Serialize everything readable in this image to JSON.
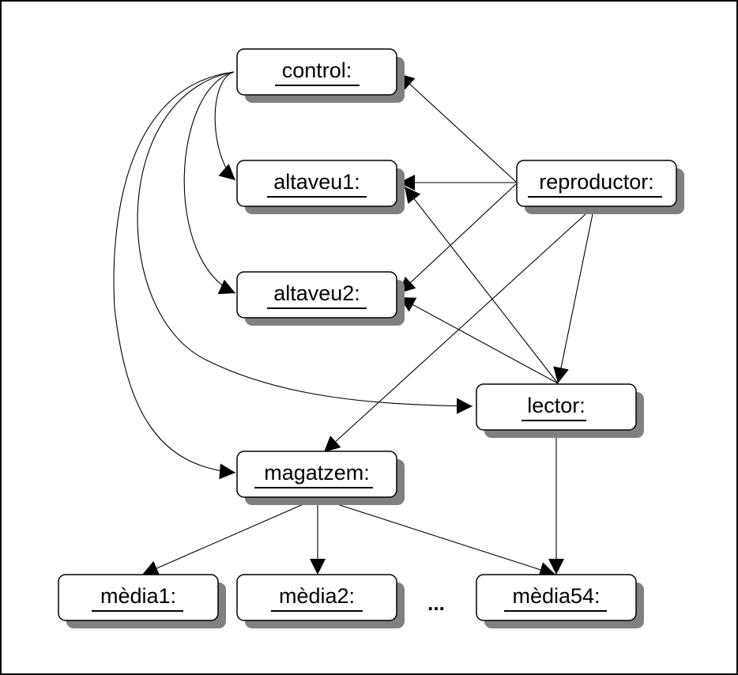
{
  "nodes": {
    "control": {
      "label": "control:"
    },
    "altaveu1": {
      "label": "altaveu1:"
    },
    "altaveu2": {
      "label": "altaveu2:"
    },
    "reproductor": {
      "label": "reproductor:"
    },
    "lector": {
      "label": "lector:"
    },
    "magatzem": {
      "label": "magatzem:"
    },
    "media1": {
      "label": "mèdia1:"
    },
    "media2": {
      "label": "mèdia2:"
    },
    "media54": {
      "label": "mèdia54:"
    }
  },
  "ellipsis": "...",
  "edges": [
    {
      "from": "control",
      "to": "altaveu1"
    },
    {
      "from": "control",
      "to": "altaveu2"
    },
    {
      "from": "control",
      "to": "lector"
    },
    {
      "from": "control",
      "to": "magatzem"
    },
    {
      "from": "reproductor",
      "to": "control"
    },
    {
      "from": "reproductor",
      "to": "altaveu1"
    },
    {
      "from": "reproductor",
      "to": "altaveu2"
    },
    {
      "from": "reproductor",
      "to": "magatzem"
    },
    {
      "from": "reproductor",
      "to": "lector"
    },
    {
      "from": "lector",
      "to": "altaveu1"
    },
    {
      "from": "lector",
      "to": "altaveu2"
    },
    {
      "from": "lector",
      "to": "media54"
    },
    {
      "from": "magatzem",
      "to": "media1"
    },
    {
      "from": "magatzem",
      "to": "media2"
    },
    {
      "from": "magatzem",
      "to": "media54"
    }
  ]
}
